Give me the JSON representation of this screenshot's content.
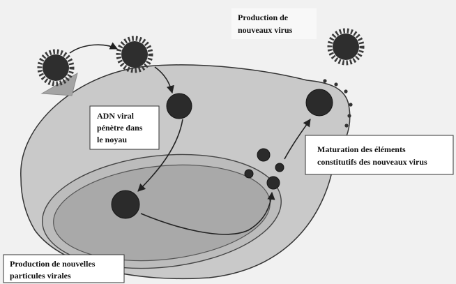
{
  "labels": {
    "production_new_virus": [
      "Production de",
      "nouveaux virus"
    ],
    "dna_enters_nucleus": [
      "ADN viral",
      "pénètre dans",
      "le noyau"
    ],
    "maturation": [
      "Maturation des éléments",
      "constitutifs des nouveaux virus"
    ],
    "production_particles": [
      "Production de nouvelles",
      "particules virales"
    ]
  }
}
